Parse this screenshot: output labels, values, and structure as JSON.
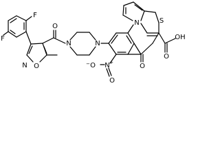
{
  "molecule": {
    "atom_labels": {
      "F_top": "F",
      "F_left": "F",
      "N_isoxazole": "N",
      "O_isoxazole": "O",
      "O_amide": "O",
      "N_pip_left": "N",
      "N_pip_right": "N",
      "N_nitro": "N",
      "N_nitro_plus": "+",
      "O_nitro_minus": "O",
      "O_nitro_minus_sign": "−",
      "O_nitro_double": "O",
      "N_ring": "N",
      "S_ring": "S",
      "O_ketone": "O",
      "O_carbonyl_acid": "O",
      "OH_acid": "OH"
    }
  }
}
